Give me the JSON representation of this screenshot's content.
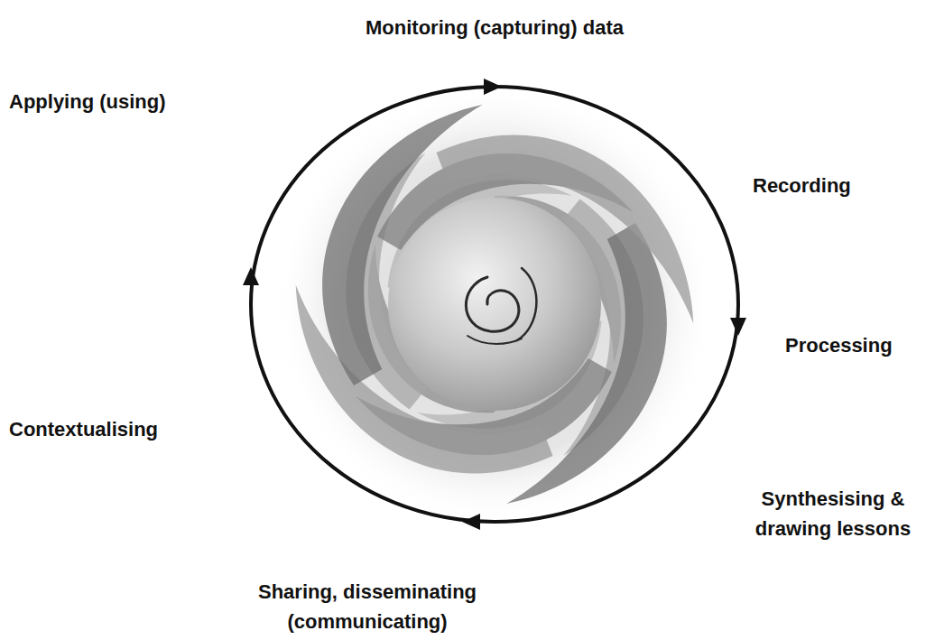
{
  "diagram": {
    "labels": [
      "Monitoring (capturing) data",
      "Recording",
      "Processing",
      "Synthesising & drawing lessons",
      "Sharing, disseminating (communicating)",
      "Contextualising",
      "Applying (using)"
    ]
  }
}
